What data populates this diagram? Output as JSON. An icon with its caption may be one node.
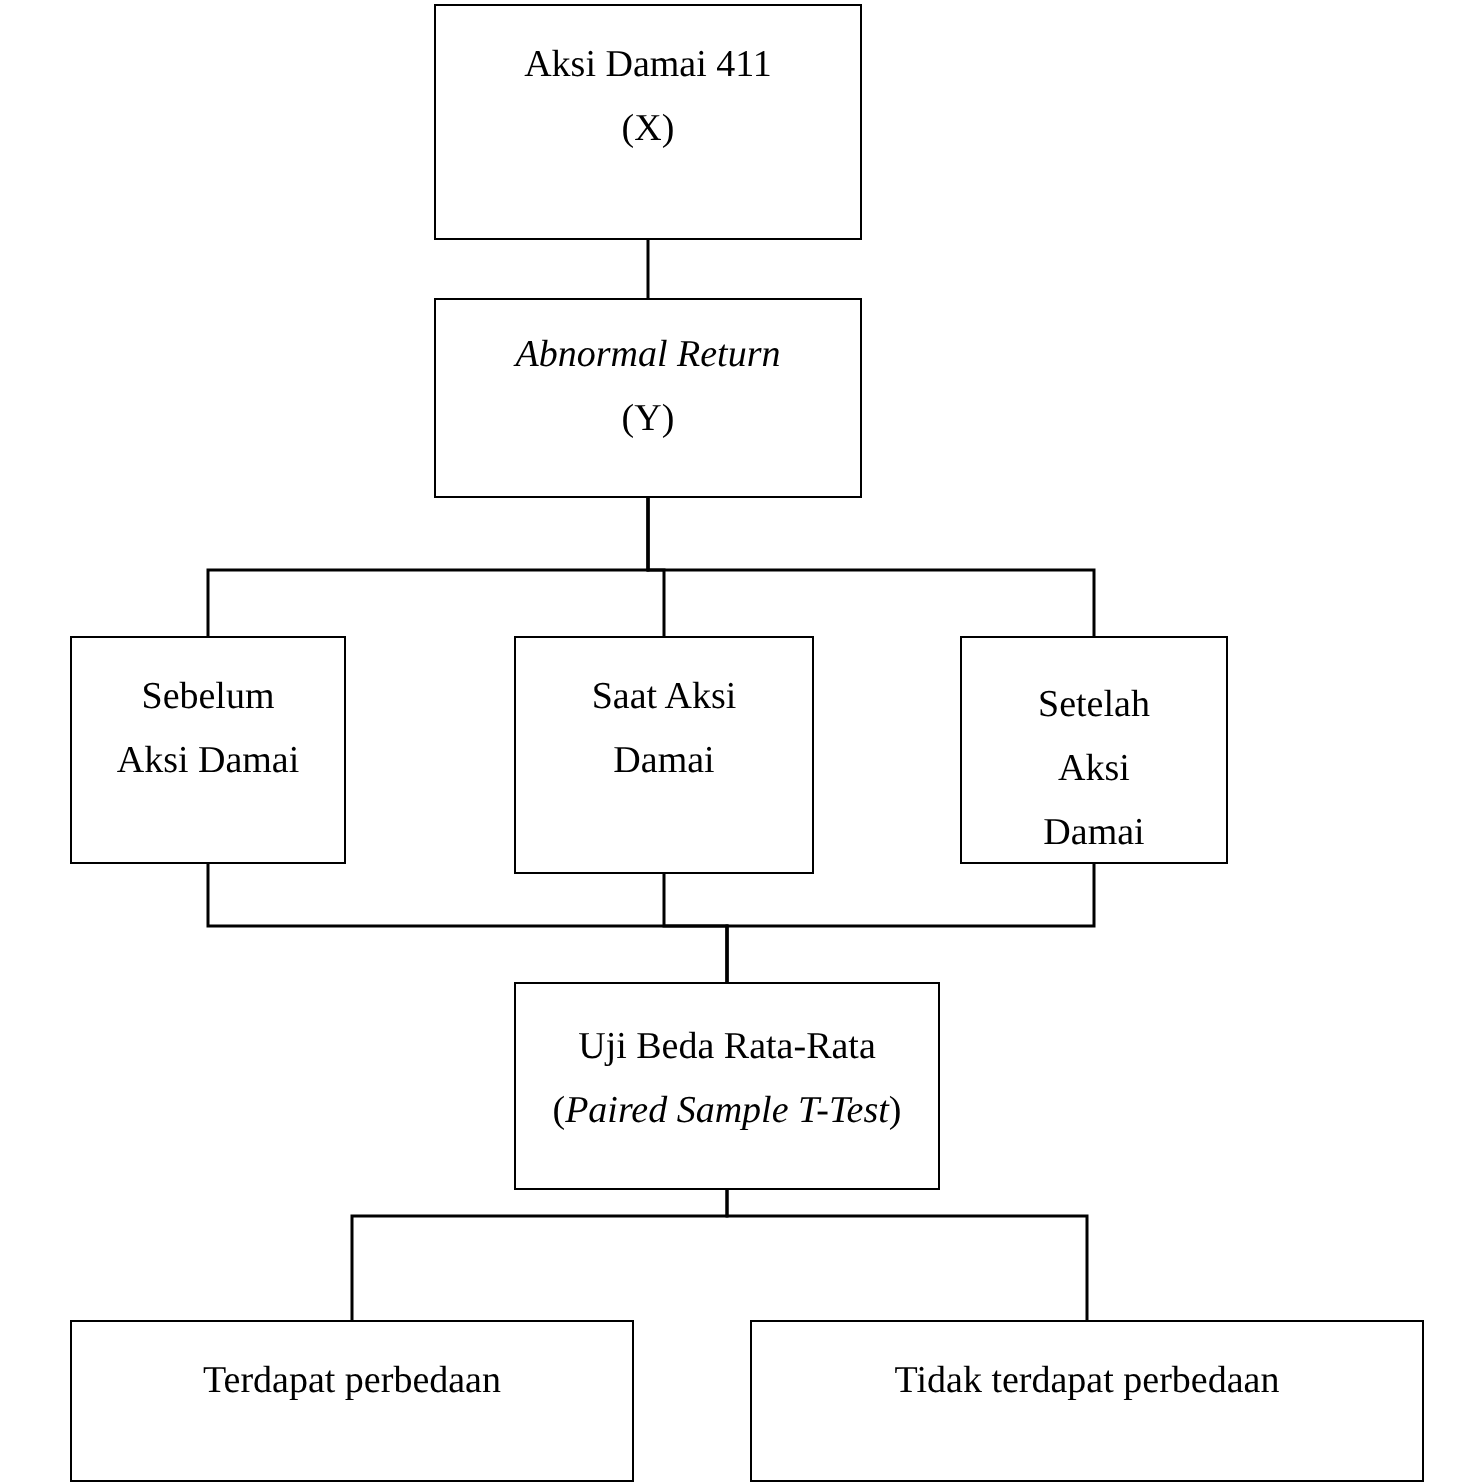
{
  "diagram": {
    "nodes": [
      {
        "text": [
          "Aksi Damai 411 (X)"
        ]
      },
      {
        "text": [
          "*Abnormal Return* (Y)"
        ]
      },
      {
        "text": [
          "Sebelum Aksi Damai"
        ]
      },
      {
        "text": [
          "Saat Aksi Damai"
        ]
      },
      {
        "text": [
          "Setelah Aksi Damai"
        ]
      },
      {
        "text": [
          "Uji Beda Rata-Rata (*Paired Sample T-Test*)"
        ]
      },
      {
        "text": [
          "Terdapat perbedaan"
        ]
      },
      {
        "text": [
          "Tidak terdapat perbedaan"
        ]
      }
    ],
    "edges": [
      {
        "from": 0,
        "to": 1,
        "arrow": "none"
      },
      {
        "from": 1,
        "to": 2,
        "arrow": "none"
      },
      {
        "from": 1,
        "to": 3,
        "arrow": "none"
      },
      {
        "from": 1,
        "to": 4,
        "arrow": "none"
      },
      {
        "from": 2,
        "to": 5,
        "arrow": "none"
      },
      {
        "from": 3,
        "to": 5,
        "arrow": "none"
      },
      {
        "from": 4,
        "to": 5,
        "arrow": "none"
      },
      {
        "from": 5,
        "to": 6,
        "arrow": "none"
      },
      {
        "from": 5,
        "to": 7,
        "arrow": "none"
      }
    ]
  }
}
